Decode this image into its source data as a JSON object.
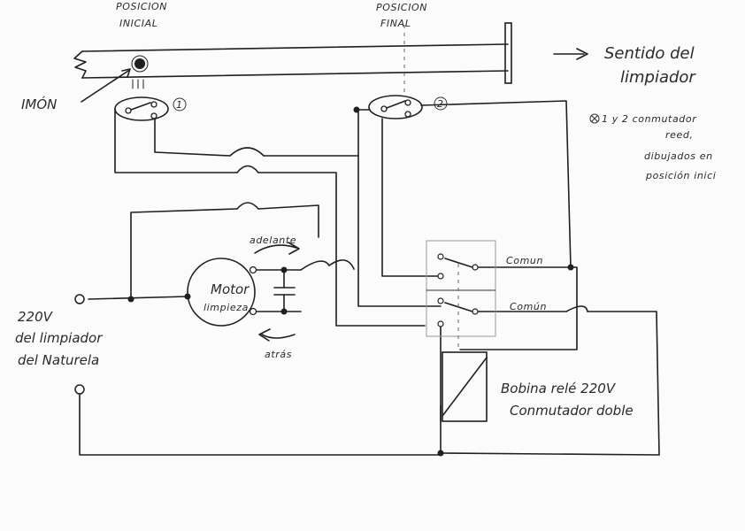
{
  "labels": {
    "posicion_inicial_1": "POSICION",
    "posicion_inicial_2": "INICIAL",
    "posicion_final_1": "POSICION",
    "posicion_final_2": "FINAL",
    "sentido_1": "Sentido del",
    "sentido_2": "limpiador",
    "iman": "IMÓN",
    "reed_1": "1",
    "reed_2": "2",
    "note_1": "1 y 2  conmutador",
    "note_2": "reed,",
    "note_3": "dibujados en",
    "note_4": "posición inici",
    "adelante": "adelante",
    "atras": "atrás",
    "motor_1": "Motor",
    "motor_2": "limpieza",
    "comun_1": "Comun",
    "comun_2": "Común",
    "supply_1": "220V",
    "supply_2": "del limpiador",
    "supply_3": "del Naturela",
    "bobina_1": "Bobina relé 220V",
    "bobina_2": "Conmutador doble"
  },
  "colors": {
    "ink": "#1f1f24",
    "paper": "#fbfbfb"
  }
}
